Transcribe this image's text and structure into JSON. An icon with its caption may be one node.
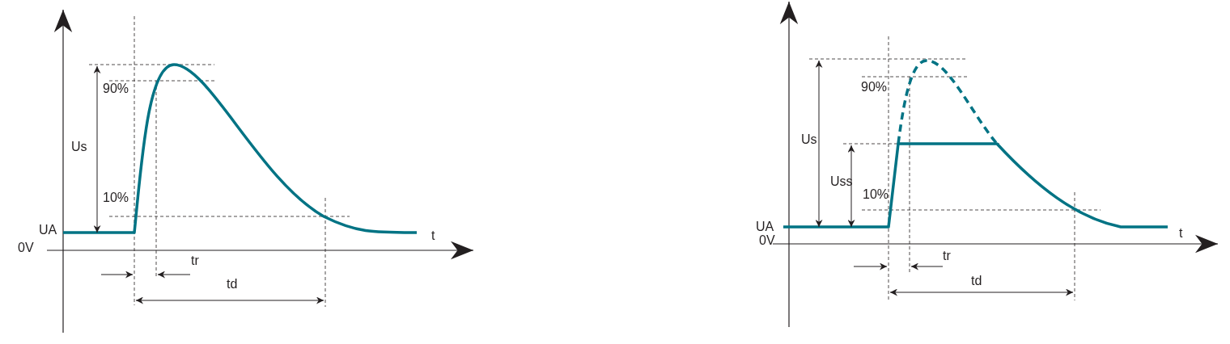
{
  "diagram": {
    "labels": [
      "UA",
      "0V",
      "t",
      "Us",
      "90%",
      "10%",
      "tr",
      "td",
      "UA",
      "0V",
      "t",
      "Us",
      "Uss",
      "90%",
      "10%",
      "tr",
      "td"
    ]
  }
}
